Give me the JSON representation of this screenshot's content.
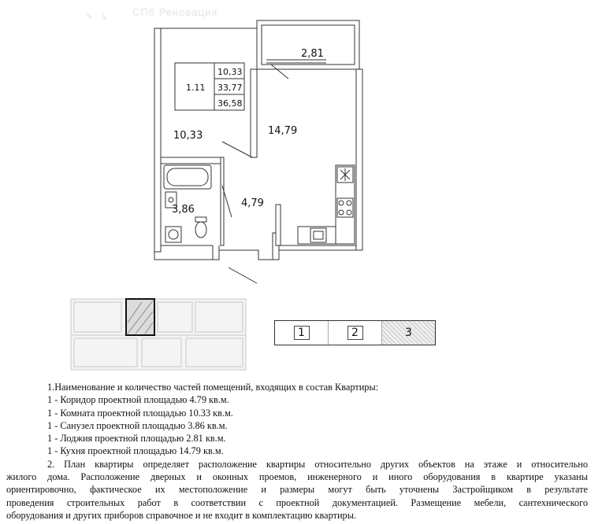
{
  "watermark": "СПб Реновация",
  "plan": {
    "rooms": {
      "room_area": "10,33",
      "kitchen_area": "14,79",
      "corridor_area": "4,79",
      "bathroom_area": "3,86",
      "loggia_area": "2,81"
    },
    "summary": {
      "code": "1.11",
      "living": "10,33",
      "total": "33,77",
      "total_with_loggia": "36,58"
    }
  },
  "floor_selector": {
    "options": [
      "1",
      "2",
      "3"
    ],
    "active": "3"
  },
  "description": {
    "heading": "1.Наименование и количество частей помещений, входящих в состав Квартиры:",
    "items": [
      "1 - Коридор проектной площадью 4.79 кв.м.",
      "1 - Комната проектной площадью 10.33 кв.м.",
      "1 - Санузел проектной площадью 3.86 кв.м.",
      "1 - Лоджия проектной площадью 2.81 кв.м.",
      "1 - Кухня проектной площадью 14.79 кв.м."
    ],
    "note_lines": [
      "2. План квартиры определяет расположение квартиры относительно других объектов на этаже и относительно",
      "жилого дома. Расположение дверных и оконных проемов, инженерного и иного оборудования в квартире указаны",
      "ориентировочно, фактическое их местоположение и размеры могут быть уточнены Застройщиком в результате",
      "проведения строительных работ в соответствии с проектной документацией. Размещение мебели, сантехнического",
      "оборудования и других приборов справочное и не входит в комплектацию квартиры."
    ]
  }
}
